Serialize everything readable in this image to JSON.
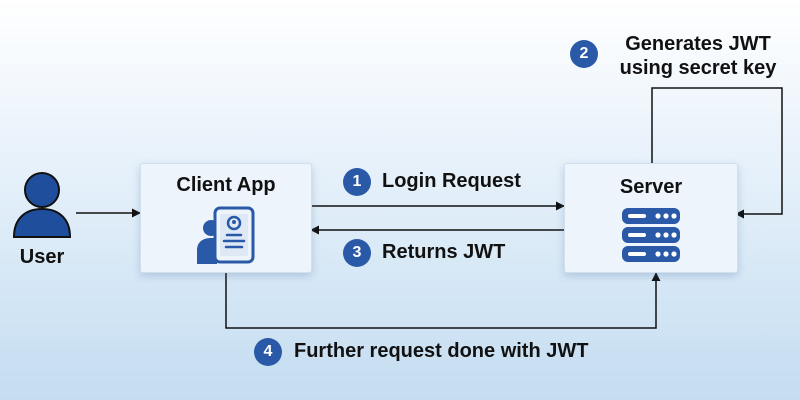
{
  "actors": {
    "user": {
      "label": "User",
      "icon": "user-icon"
    },
    "client": {
      "title": "Client App",
      "icon": "mobile-app-icon"
    },
    "server": {
      "title": "Server",
      "icon": "server-rack-icon"
    }
  },
  "steps": [
    {
      "number": "1",
      "label": "Login Request"
    },
    {
      "number": "2",
      "label": "Generates JWT using secret key"
    },
    {
      "number": "3",
      "label": "Returns JWT"
    },
    {
      "number": "4",
      "label": "Further request done with JWT"
    }
  ],
  "colors": {
    "accent": "#2a5aa7",
    "line": "#111111",
    "box_fill": "#eef4fb"
  }
}
